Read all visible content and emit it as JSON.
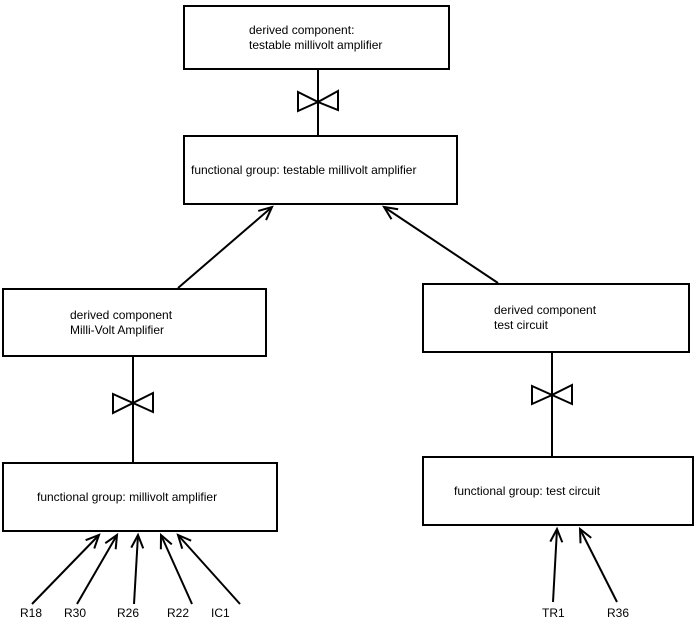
{
  "diagram": {
    "boxes": {
      "top_derived": {
        "line1": "derived component:",
        "line2": "testable millivolt amplifier"
      },
      "top_functional": {
        "line1": "functional group: testable millivolt amplifier"
      },
      "left_derived": {
        "line1": "derived component",
        "line2": "Milli-Volt Amplifier"
      },
      "right_derived": {
        "line1": "derived component",
        "line2": "test circuit"
      },
      "left_functional": {
        "line1": "functional group: millivolt amplifier"
      },
      "right_functional": {
        "line1": "functional group: test circuit"
      }
    },
    "leaves": {
      "left": [
        "R18",
        "R30",
        "R26",
        "R22",
        "IC1"
      ],
      "right": [
        "TR1",
        "R36"
      ]
    },
    "icons": {
      "connector": "bowtie-icon"
    },
    "colors": {
      "line": "#000000",
      "background": "#ffffff",
      "box_fill": "#ffffff"
    }
  }
}
